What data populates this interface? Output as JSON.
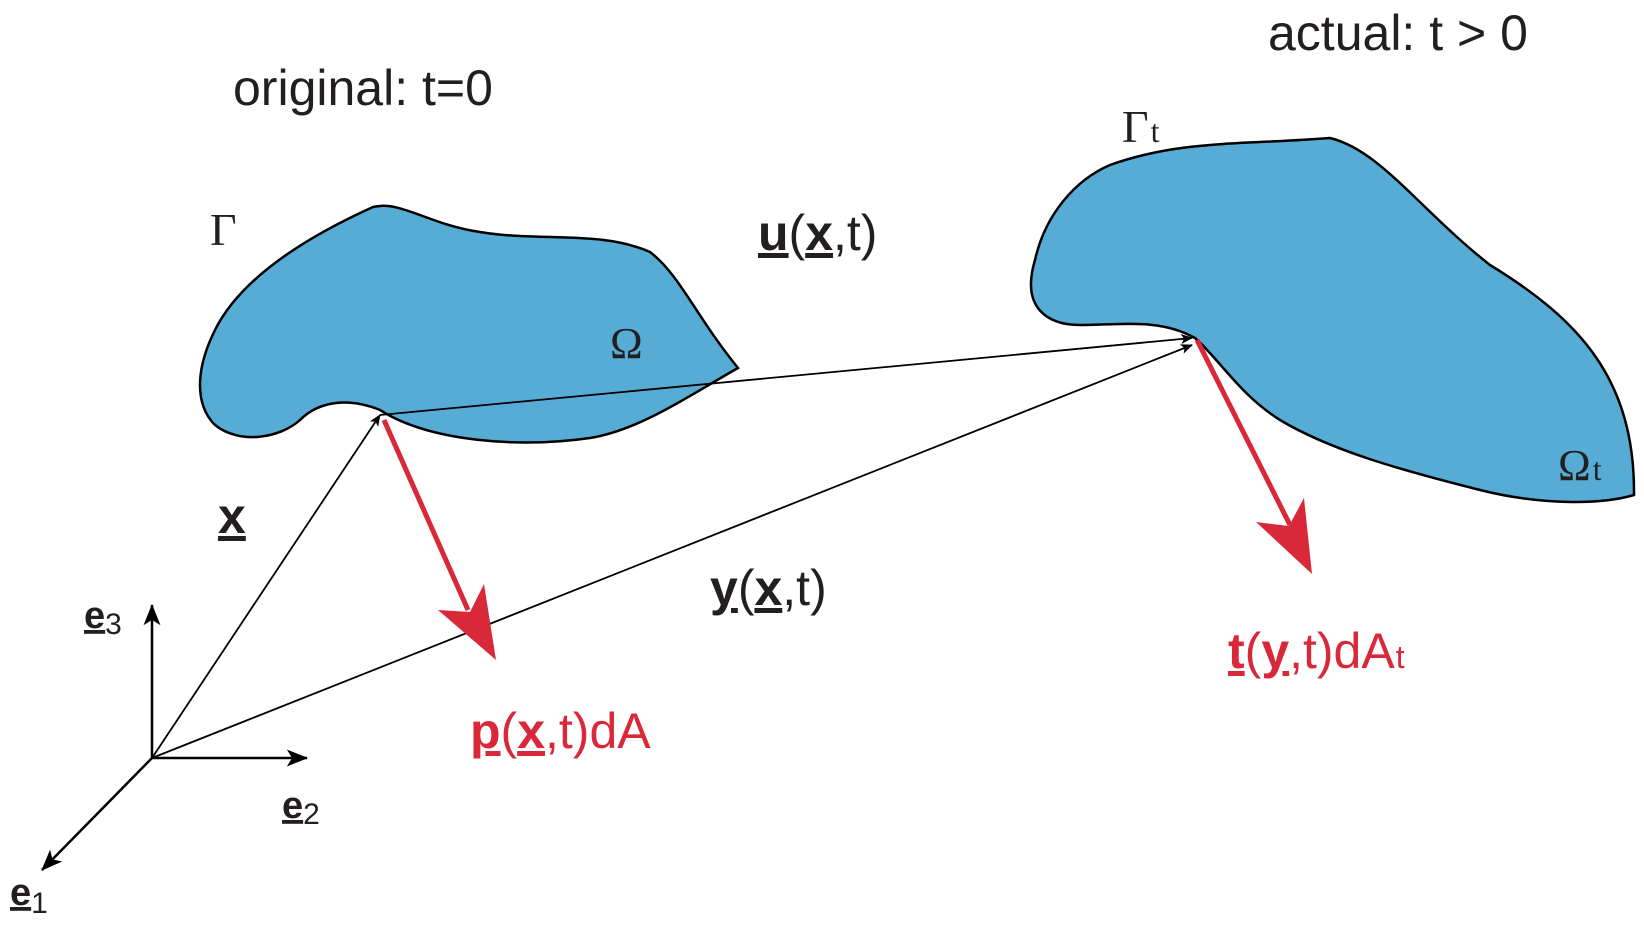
{
  "labels": {
    "original": "original: t=0",
    "actual": "actual: t > 0",
    "gamma": "Γ",
    "gamma_t": {
      "base": "Γ",
      "sub": "t"
    },
    "omega": "Ω",
    "omega_t": {
      "base": "Ω",
      "sub": "t"
    },
    "u": {
      "vec": "u",
      "open": "(",
      "arg": "x",
      "rest": ",t)"
    },
    "x": "x",
    "y": {
      "vec": "y",
      "open": "(",
      "arg": "x",
      "rest": ",t)"
    },
    "p": {
      "vec": "p",
      "open": "(",
      "arg": "x",
      "rest": ",t)dA"
    },
    "t": {
      "vec": "t",
      "open": "(",
      "arg": "y",
      "rest": ",t)dA",
      "sub": "t"
    },
    "e1": {
      "vec": "e",
      "sub": "1"
    },
    "e2": {
      "vec": "e",
      "sub": "2"
    },
    "e3": {
      "vec": "e",
      "sub": "3"
    }
  },
  "colors": {
    "body_fill": "#56acd4",
    "outline": "#000000",
    "traction": "#d9283a",
    "text": "#231f20"
  }
}
